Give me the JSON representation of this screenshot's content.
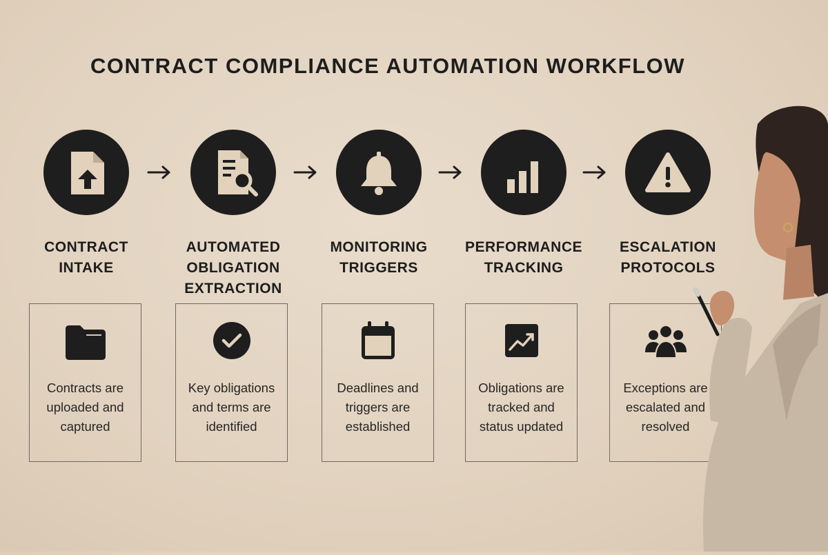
{
  "title": "CONTRACT COMPLIANCE AUTOMATION WORKFLOW",
  "colors": {
    "background": "#e4d6c3",
    "icon_fill": "#1e1e1e",
    "icon_accent": "#e2d2bc",
    "card_border": "#6f6960"
  },
  "steps": [
    {
      "label_lines": [
        "CONTRACT",
        "INTAKE"
      ],
      "icon": "document-upload-icon",
      "card_icon": "folder-icon",
      "card_lines": [
        "Contracts are",
        "uploaded and",
        "captured"
      ]
    },
    {
      "label_lines": [
        "AUTOMATED",
        "OBLIGATION",
        "EXTRACTION"
      ],
      "icon": "document-search-icon",
      "card_icon": "check-circle-icon",
      "card_lines": [
        "Key obligations",
        "and terms are",
        "identified"
      ]
    },
    {
      "label_lines": [
        "MONITORING",
        "TRIGGERS"
      ],
      "icon": "bell-icon",
      "card_icon": "calendar-icon",
      "card_lines": [
        "Deadlines and",
        "triggers are",
        "established"
      ]
    },
    {
      "label_lines": [
        "PERFORMANCE",
        "TRACKING"
      ],
      "icon": "bar-chart-icon",
      "card_icon": "trending-up-icon",
      "card_lines": [
        "Obligations are",
        "tracked and",
        "status updated"
      ]
    },
    {
      "label_lines": [
        "ESCALATION",
        "PROTOCOLS"
      ],
      "icon": "warning-icon",
      "card_icon": "people-group-icon",
      "card_lines": [
        "Exceptions are",
        "escalated and",
        "resolved"
      ]
    }
  ]
}
